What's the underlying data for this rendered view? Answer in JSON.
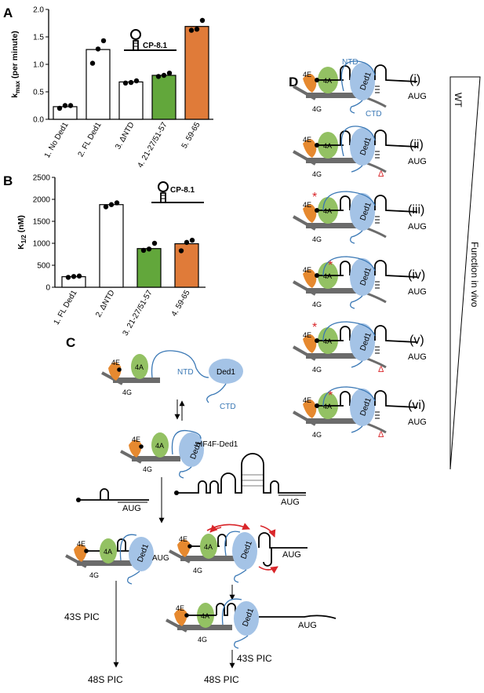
{
  "panels": {
    "A": {
      "label": "A"
    },
    "B": {
      "label": "B"
    },
    "C": {
      "label": "C"
    },
    "D": {
      "label": "D"
    }
  },
  "colors": {
    "white_bar": "#ffffff",
    "green": "#62a73b",
    "orange": "#e07b39",
    "eIF4E": "#e6892f",
    "eIF4A": "#93c163",
    "Ded1": "#a4c3e6",
    "eIF4G": "#6b6b6b",
    "blue_line": "#3a78b5",
    "arrow_red": "#d9262a"
  },
  "chart_data": [
    {
      "type": "bar",
      "panel": "A",
      "ylabel_main": "k",
      "ylabel_sub": "max",
      "ylabel_rest": " (per minute)",
      "ylim": [
        0,
        2.0
      ],
      "yticks": [
        "0.0",
        "0.5",
        "1.0",
        "1.5",
        "2.0"
      ],
      "categories": [
        "1. No Ded1",
        "2. FL Ded1",
        "3. ΔNTD",
        "4. 21-27/51-57",
        "5. 59-65"
      ],
      "values": [
        0.23,
        1.27,
        0.68,
        0.8,
        1.69
      ],
      "bar_colors": [
        "#ffffff",
        "#ffffff",
        "#ffffff",
        "#62a73b",
        "#e07b39"
      ],
      "points": [
        [
          0.2,
          0.25,
          0.25
        ],
        [
          1.02,
          1.28,
          1.43
        ],
        [
          0.66,
          0.67,
          0.7
        ],
        [
          0.78,
          0.8,
          0.84
        ],
        [
          1.62,
          1.64,
          1.8
        ]
      ],
      "annotation": "CP-8.1"
    },
    {
      "type": "bar",
      "panel": "B",
      "ylabel_main": "K",
      "ylabel_sub": "1/2",
      "ylabel_rest": " (nM)",
      "ylim": [
        0,
        2500
      ],
      "yticks": [
        "0",
        "500",
        "1000",
        "1500",
        "2000",
        "2500"
      ],
      "categories": [
        "1. FL Ded1",
        "2. ΔNTD",
        "3. 21-27/51-57",
        "4. 59-65"
      ],
      "values": [
        240,
        1880,
        880,
        990
      ],
      "bar_colors": [
        "#ffffff",
        "#ffffff",
        "#62a73b",
        "#e07b39"
      ],
      "points": [
        [
          225,
          245,
          255
        ],
        [
          1830,
          1880,
          1920
        ],
        [
          840,
          870,
          1000
        ],
        [
          830,
          1020,
          1070
        ]
      ],
      "annotation": "CP-8.1"
    }
  ],
  "panel_c": {
    "labels": {
      "e4": "4E",
      "a4": "4A",
      "g4": "4G",
      "ntd": "NTD",
      "ded1": "Ded1",
      "ctd": "CTD",
      "complex": "eIF4F-Ded1",
      "aug": "AUG",
      "pic43": "43S PIC",
      "pic48": "48S PIC"
    }
  },
  "panel_d": {
    "rows": [
      "(i)",
      "(ii)",
      "(iii)",
      "(iv)",
      "(v)",
      "(vi)"
    ],
    "aug": "AUG",
    "e4": "4E",
    "a4": "4A",
    "g4": "4G",
    "ded1": "Ded1",
    "ntd": "NTD",
    "ctd": "CTD",
    "delta": "Δ",
    "star": "*",
    "wt": "WT",
    "function": "Function in vivo"
  }
}
